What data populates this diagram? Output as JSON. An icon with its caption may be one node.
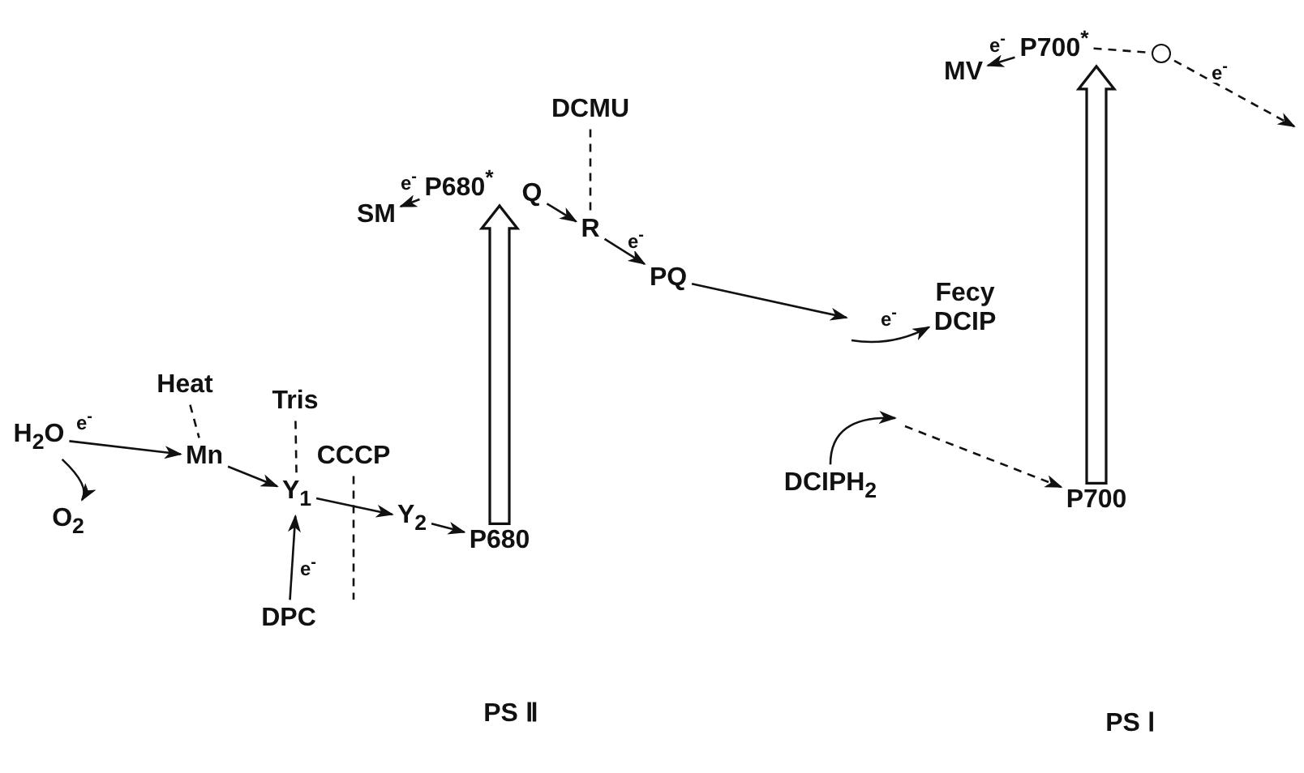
{
  "diagram": {
    "nodes": [
      {
        "text": [
          "H$_{2}$O"
        ]
      },
      {
        "text": [
          "O$_{2}$"
        ]
      },
      {
        "text": [
          "Mn"
        ]
      },
      {
        "text": [
          "Heat"
        ]
      },
      {
        "text": [
          "Tris"
        ]
      },
      {
        "text": [
          "CCCP"
        ]
      },
      {
        "text": [
          "Y$_{1}$"
        ]
      },
      {
        "text": [
          "Y$_{2}$"
        ]
      },
      {
        "text": [
          "DPC"
        ]
      },
      {
        "text": [
          "P680"
        ]
      },
      {
        "text": [
          "P680$^{*}$"
        ]
      },
      {
        "text": [
          "SM"
        ]
      },
      {
        "text": [
          "Q"
        ]
      },
      {
        "text": [
          "R"
        ]
      },
      {
        "text": [
          "DCMU"
        ]
      },
      {
        "text": [
          "PQ"
        ]
      },
      {
        "text": [
          "Fecy",
          "DCIP"
        ]
      },
      {
        "text": [
          "DCIPH$_{2}$"
        ]
      },
      {
        "text": [
          "P700"
        ]
      },
      {
        "text": [
          "P700$^{*}$"
        ]
      },
      {
        "text": [
          "MV"
        ]
      },
      {
        "text": [],
        "shape": "circle"
      }
    ],
    "edges": [
      {
        "from": 0,
        "to": 2,
        "arrow": "to",
        "label": "e$^{-}$"
      },
      {
        "from": 0,
        "to": 1,
        "arrow": "to"
      },
      {
        "from": 2,
        "to": 6,
        "arrow": "to"
      },
      {
        "from": 6,
        "to": 7,
        "arrow": "to"
      },
      {
        "from": 7,
        "to": 9,
        "arrow": "to"
      },
      {
        "from": 8,
        "to": 6,
        "arrow": "to",
        "label": "e$^{-}$"
      },
      {
        "from": 9,
        "to": 10,
        "arrow": "to",
        "style": "thick"
      },
      {
        "from": 10,
        "to": 11,
        "arrow": "to",
        "label": "e$^{-}$"
      },
      {
        "from": 12,
        "to": 13,
        "arrow": "to"
      },
      {
        "from": 13,
        "to": 15,
        "arrow": "to",
        "label": "e$^{-}$"
      },
      {
        "from": 15,
        "to": null,
        "arrow": "to"
      },
      {
        "from": null,
        "to": 16,
        "arrow": "to",
        "label": "e$^{-}$"
      },
      {
        "from": 17,
        "to": null,
        "arrow": "to"
      },
      {
        "from": null,
        "to": 18,
        "arrow": "to",
        "style": "dashed"
      },
      {
        "from": 18,
        "to": 19,
        "arrow": "to",
        "style": "thick"
      },
      {
        "from": 19,
        "to": 20,
        "arrow": "to",
        "label": "e$^{-}$"
      },
      {
        "from": 19,
        "to": 21,
        "arrow": "none",
        "style": "dashed"
      },
      {
        "from": 21,
        "to": null,
        "arrow": "to",
        "style": "dashed",
        "label": "e$^{-}$"
      },
      {
        "from": 3,
        "to": 2,
        "arrow": "none",
        "style": "dashed"
      },
      {
        "from": 4,
        "to": 6,
        "arrow": "none",
        "style": "dashed"
      },
      {
        "from": 5,
        "to": null,
        "arrow": "none",
        "style": "dashed"
      },
      {
        "from": 14,
        "to": 13,
        "arrow": "none",
        "style": "dashed"
      }
    ],
    "labels": [
      "PS Ⅱ",
      "PS Ⅰ"
    ]
  }
}
